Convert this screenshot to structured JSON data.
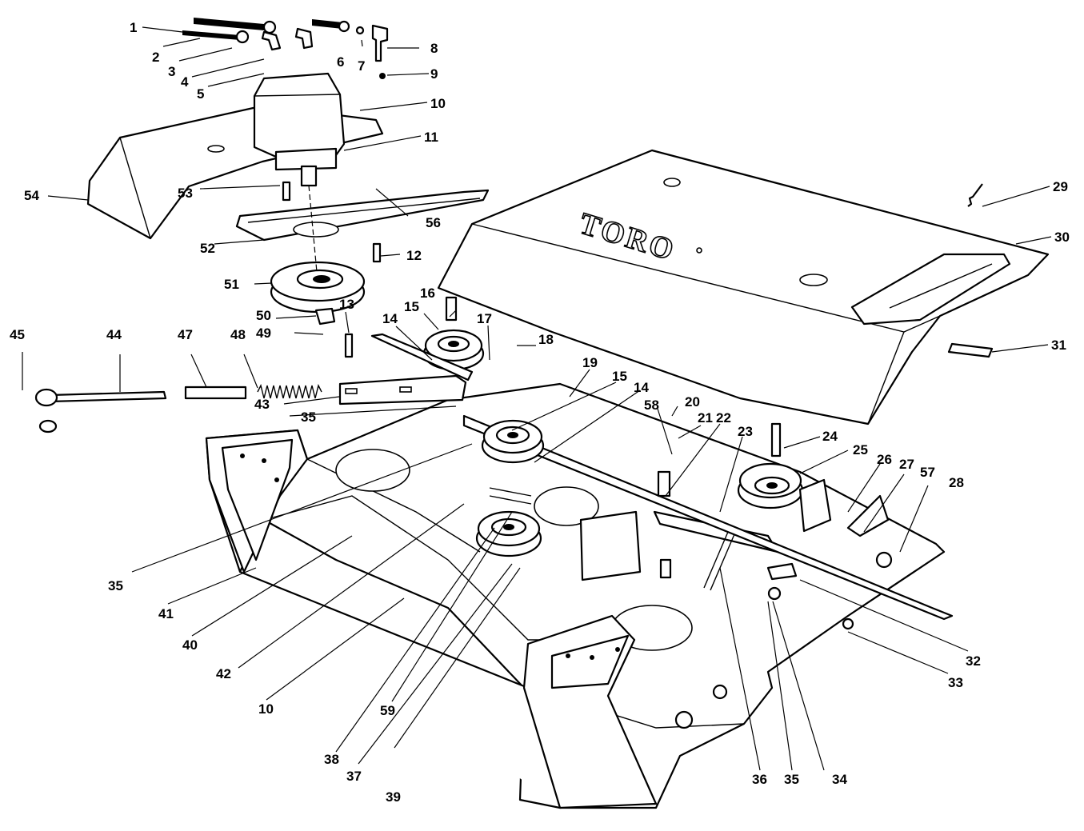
{
  "diagram": {
    "logo_text": "TORO",
    "callouts": [
      "1",
      "2",
      "3",
      "4",
      "5",
      "6",
      "7",
      "8",
      "9",
      "10",
      "11",
      "54",
      "53",
      "56",
      "52",
      "12",
      "51",
      "50",
      "49",
      "13",
      "16",
      "15",
      "14",
      "17",
      "18",
      "45",
      "44",
      "47",
      "48",
      "43",
      "35",
      "19",
      "58",
      "20",
      "21",
      "22",
      "23",
      "24",
      "25",
      "26",
      "27",
      "57",
      "28",
      "29",
      "30",
      "31",
      "32",
      "33",
      "34",
      "36",
      "37",
      "38",
      "39",
      "59",
      "10",
      "42",
      "40",
      "41",
      "35",
      "35",
      "14",
      "15"
    ]
  }
}
